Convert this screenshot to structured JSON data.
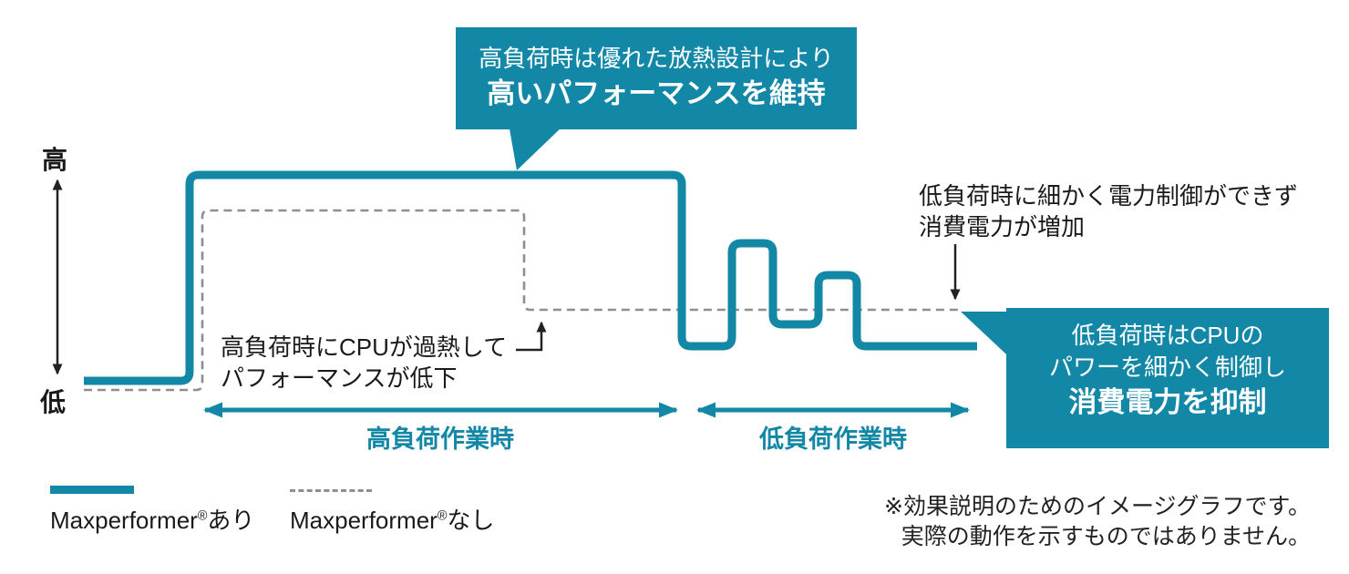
{
  "colors": {
    "teal": "#1287A6",
    "dashed_gray": "#8E8E8E",
    "text": "#1A1A1A"
  },
  "axis": {
    "high_label": "高",
    "low_label": "低"
  },
  "callout_top": {
    "line1": "高負荷時は優れた放熱設計により",
    "line2": "高いパフォーマンスを維持"
  },
  "callout_right": {
    "line1": "低負荷時はCPUの",
    "line2": "パワーを細かく制御し",
    "line3": "消費電力を抑制"
  },
  "annotation_overheat": {
    "line1": "高負荷時にCPUが過熱して",
    "line2": "パフォーマンスが低下"
  },
  "annotation_power": {
    "line1": "低負荷時に細かく電力制御ができず",
    "line2": "消費電力が増加"
  },
  "zones": {
    "high_load": "高負荷作業時",
    "low_load": "低負荷作業時"
  },
  "legend": {
    "with_item": {
      "brand": "Maxperformer",
      "reg": "®",
      "suffix": "あり",
      "style": "solid",
      "color": "#1287A6"
    },
    "without_item": {
      "brand": "Maxperformer",
      "reg": "®",
      "suffix": "なし",
      "style": "dashed",
      "color": "#8E8E8E"
    }
  },
  "disclaimer": {
    "line1": "※効果説明のためのイメージグラフです。",
    "line2": "実際の動作を示すものではありません。"
  }
}
